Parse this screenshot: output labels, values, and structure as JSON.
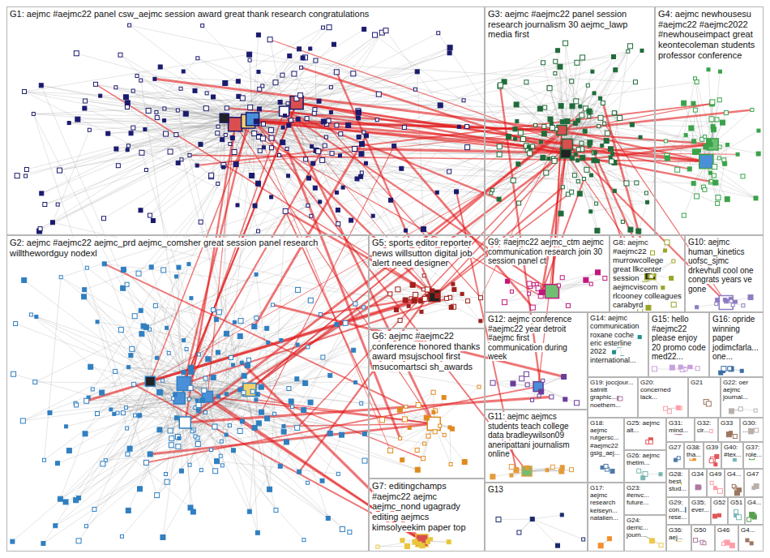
{
  "diagram": {
    "nodes": [
      {
        "text": [
          "G1: aejmc #aejmc22 panel csw_aejmc session award great thank research congratulations"
        ]
      },
      {
        "text": [
          "G3: aejmc #aejmc22 panel session research journalism 30 aejmc_lawp media first"
        ]
      },
      {
        "text": [
          "G4: aejmc newhousesu #aejmc22 #aejmc2022 #newhouseimpact great keontecoleman students professor conference"
        ]
      },
      {
        "text": [
          "G2: aejmc #aejmc22 aejmc_prd aejmc_comsher great session panel research willthewordguy nodexl"
        ]
      },
      {
        "text": [
          "G5: sports editor reporter news willsutton digital job alert need designer"
        ]
      },
      {
        "text": [
          "G6: aejmc #aejmc22 conference honored thanks award msujschool first msucomartsci sh_awards"
        ]
      },
      {
        "text": [
          "G7: editingchamps #aejmc22 aejmc aejmc_nond ugagrady editing aejmcs kimsolyeekim paper top"
        ]
      },
      {
        "text": [
          "G9: #aejmc22 aejmc_ctm aejmc communication research join 30 session panel ct"
        ]
      },
      {
        "text": [
          "G8: aejmc #aejmc22 murrowcollege great llkcenter session aejmcviscom rlcooney colleagues carabyrd"
        ]
      },
      {
        "text": [
          "G10: aejmc human_kinetics uofsc_sjmc drkevhull cool one congrats years ve gone"
        ]
      },
      {
        "text": [
          "G15: hello #aejmc22 please enjoy 20 promo code med22..."
        ]
      },
      {
        "text": [
          "G16: opride winning paper jodimcfarla... one..."
        ]
      },
      {
        "text": [
          "G12: aejmc conference #aejmc22 year detroit #aejmc first communication during week"
        ]
      },
      {
        "text": [
          "G14: aejmc communication roxane coche eric esterline 2022 international..."
        ]
      },
      {
        "text": [
          "G11: aejmc aejmcs students teach college data bradleywilson09 aneripattani journalism online"
        ]
      },
      {
        "text": [
          "G13"
        ]
      },
      {
        "text": [
          "G19: joccjour... satnitt graphic... noethem..."
        ]
      },
      {
        "text": [
          "G20: concerned lack..."
        ]
      },
      {
        "text": [
          "G21"
        ]
      },
      {
        "text": [
          "G22: oer aejmc journal..."
        ]
      },
      {
        "text": [
          "G18: aejmc rutgersc... #aejmc22 gsig_aej..."
        ]
      },
      {
        "text": [
          "G17: aejmc research kelseyn... natalien..."
        ]
      },
      {
        "text": [
          "G25: aejmc alt..."
        ]
      },
      {
        "text": [
          "G26: aejmc thetim..."
        ]
      },
      {
        "text": [
          "G23: #envc... future..."
        ]
      },
      {
        "text": [
          "G24: derric... journ..."
        ]
      },
      {
        "text": [
          "G31: mind..."
        ]
      },
      {
        "text": [
          "G32: cir..."
        ]
      },
      {
        "text": [
          "G33"
        ]
      },
      {
        "text": [
          "G30: ..."
        ]
      },
      {
        "text": [
          "G27"
        ]
      },
      {
        "text": [
          "G38: tha..."
        ]
      },
      {
        "text": [
          "G39"
        ]
      },
      {
        "text": [
          "G40: #tex..."
        ]
      },
      {
        "text": [
          "G37: role..."
        ]
      },
      {
        "text": [
          "G28: best stud..."
        ]
      },
      {
        "text": [
          "G34"
        ]
      },
      {
        "text": [
          "G49"
        ]
      },
      {
        "text": [
          "G4..."
        ]
      },
      {
        "text": [
          "G47"
        ]
      },
      {
        "text": [
          "G29: con... rese..."
        ]
      },
      {
        "text": [
          "G35: ever..."
        ]
      },
      {
        "text": [
          "G52"
        ]
      },
      {
        "text": [
          "G51"
        ]
      },
      {
        "text": [
          "G4..."
        ]
      },
      {
        "text": [
          "G36: aej..."
        ]
      },
      {
        "text": [
          "G50"
        ]
      },
      {
        "text": [
          "G46"
        ]
      },
      {
        "text": [
          "G4..."
        ]
      }
    ]
  }
}
